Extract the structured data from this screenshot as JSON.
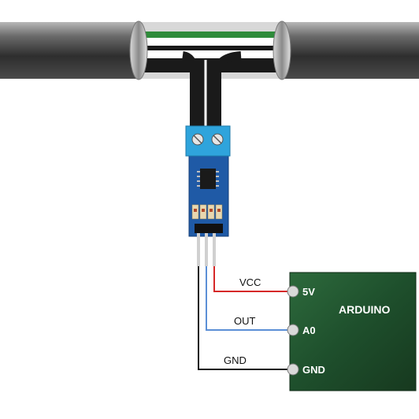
{
  "board": {
    "title": "ARDUINO",
    "pins": [
      "5V",
      "A0",
      "GND"
    ]
  },
  "wires": {
    "vcc": "VCC",
    "out": "OUT",
    "gnd": "GND"
  },
  "colors": {
    "vcc_wire": "#d62828",
    "out_wire": "#5b8fd6",
    "gnd_wire": "#1a1a1a",
    "board_green": "#1e4f2c",
    "module_blue": "#1f5aa6",
    "terminal_blue": "#2fa4dc",
    "sensor_green": "#2e8b3a"
  }
}
